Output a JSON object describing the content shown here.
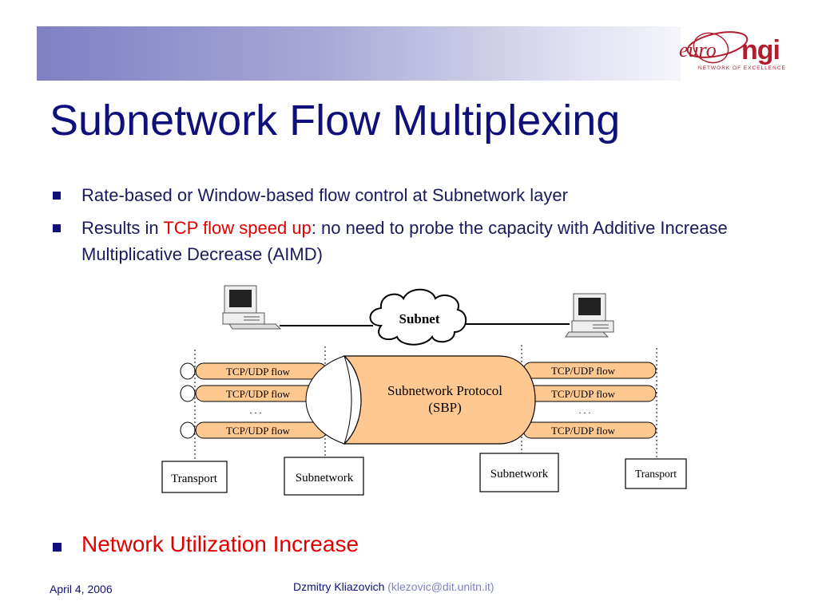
{
  "logo": {
    "main": "ngi",
    "prefix": "euro",
    "tagline": "NETWORK OF EXCELLENCE"
  },
  "title": "Subnetwork Flow Multiplexing",
  "bullets": [
    {
      "text": "Rate-based or Window-based flow control at Subnetwork layer"
    },
    {
      "pre": "Results in ",
      "highlight": "TCP flow speed up",
      "post": ": no need to probe the capacity with Additive Increase Multiplicative Decrease (AIMD)"
    }
  ],
  "bullet3": "Network Utilization Increase",
  "diagram": {
    "subnet_label": "Subnet",
    "flow_label": "TCP/UDP flow",
    "ellipsis": ". . .",
    "protocol_line1": "Subnetwork Protocol",
    "protocol_line2": "(SBP)",
    "transport": "Transport",
    "subnetwork": "Subnetwork"
  },
  "footer": {
    "date": "April 4, 2006",
    "author": "Dzmitry Kliazovich",
    "email": "(klezovic@dit.unitn.it)"
  }
}
